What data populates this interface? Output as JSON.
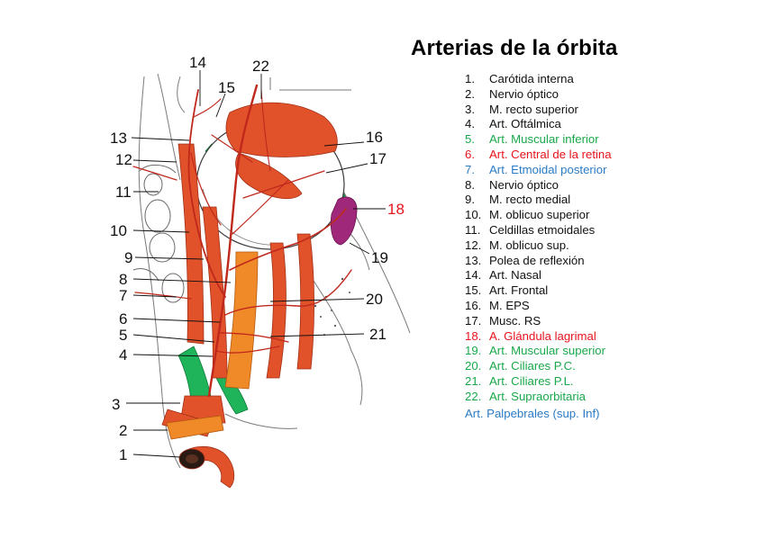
{
  "title": "Arterias de la órbita",
  "legend": [
    {
      "n": "1.",
      "label": "Carótida interna",
      "color": "black"
    },
    {
      "n": "2.",
      "label": "Nervio óptico",
      "color": "black"
    },
    {
      "n": "3.",
      "label": "M. recto superior",
      "color": "black"
    },
    {
      "n": "4.",
      "label": "Art. Oftálmica",
      "color": "black"
    },
    {
      "n": "5.",
      "label": "Art. Muscular inferior",
      "color": "green"
    },
    {
      "n": "6.",
      "label": "Art. Central de la retina",
      "color": "red"
    },
    {
      "n": "7.",
      "label": "Art. Etmoidal posterior",
      "color": "blue"
    },
    {
      "n": "8.",
      "label": "Nervio óptico",
      "color": "black"
    },
    {
      "n": "9.",
      "label": "M. recto medial",
      "color": "black"
    },
    {
      "n": "10.",
      "label": "M. oblicuo superior",
      "color": "black"
    },
    {
      "n": "11.",
      "label": "Celdillas etmoidales",
      "color": "black"
    },
    {
      "n": "12.",
      "label": "M. oblicuo sup.",
      "color": "black"
    },
    {
      "n": "13.",
      "label": "Polea de reflexión",
      "color": "black"
    },
    {
      "n": "14.",
      "label": "Art. Nasal",
      "color": "black"
    },
    {
      "n": "15.",
      "label": "Art. Frontal",
      "color": "black"
    },
    {
      "n": "16.",
      "label": "M. EPS",
      "color": "black"
    },
    {
      "n": "17.",
      "label": "Musc. RS",
      "color": "black"
    },
    {
      "n": "18.",
      "label": "A. Glándula lagrimal",
      "color": "red"
    },
    {
      "n": "19.",
      "label": "Art. Muscular superior",
      "color": "green"
    },
    {
      "n": "20.",
      "label": "Art. Ciliares P.C.",
      "color": "green"
    },
    {
      "n": "21.",
      "label": "Art. Ciliares P.L.",
      "color": "green"
    },
    {
      "n": "22.",
      "label": "Art. Supraorbitaria",
      "color": "green"
    }
  ],
  "extra_label": "Art. Palpebrales (sup. Inf)",
  "diagram_numbers": {
    "n1": "1",
    "n2": "2",
    "n3": "3",
    "n4": "4",
    "n5": "5",
    "n6": "6",
    "n7": "7",
    "n8": "8",
    "n9": "9",
    "n10": "10",
    "n11": "11",
    "n12": "12",
    "n13": "13",
    "n14": "14",
    "n15": "15",
    "n16": "16",
    "n17": "17",
    "n18": "18",
    "n19": "19",
    "n20": "20",
    "n21": "21",
    "n22": "22"
  },
  "colors": {
    "muscle": "#e2522a",
    "muscle_dark": "#b83a1a",
    "artery": "#c0281c",
    "green": "#1fb35a",
    "nerve": "#f08a28",
    "gland": "#a0287a",
    "legend_black": "#111111",
    "legend_green": "#19a84a",
    "legend_red": "#e8141c",
    "legend_blue": "#2a7bc6"
  }
}
